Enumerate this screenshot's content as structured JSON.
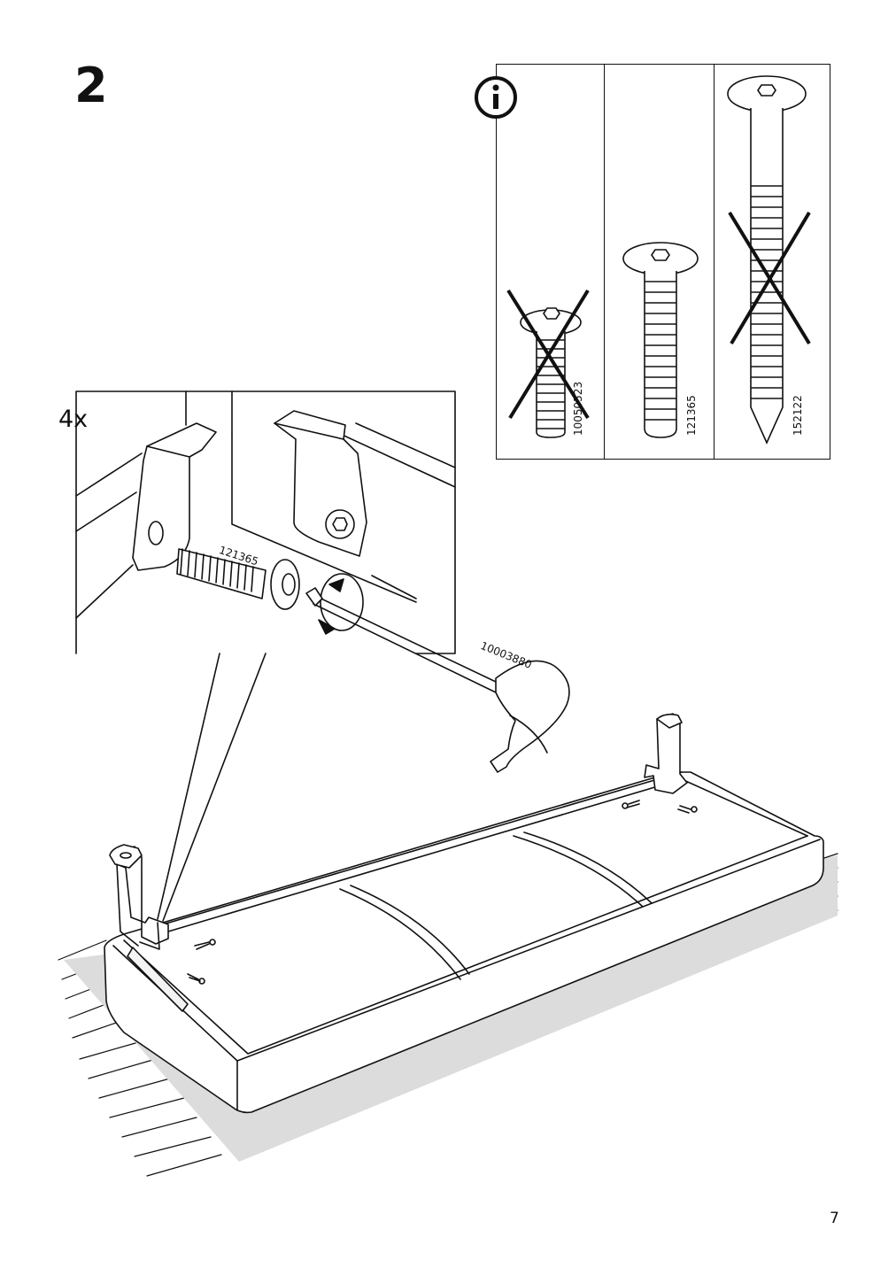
{
  "step": {
    "number": "2"
  },
  "detail": {
    "quantity_label": "4x"
  },
  "info_panel": {
    "screws": [
      {
        "code": "10050523",
        "status": "wrong"
      },
      {
        "code": "121365",
        "status": "correct"
      },
      {
        "code": "152122",
        "status": "wrong"
      }
    ]
  },
  "parts": {
    "bolt_code": "121365",
    "tool_code": "10003880"
  },
  "page": {
    "number": "7"
  },
  "icons": [
    "info-icon",
    "rotate-arrow-icon",
    "cross-mark-icon"
  ]
}
